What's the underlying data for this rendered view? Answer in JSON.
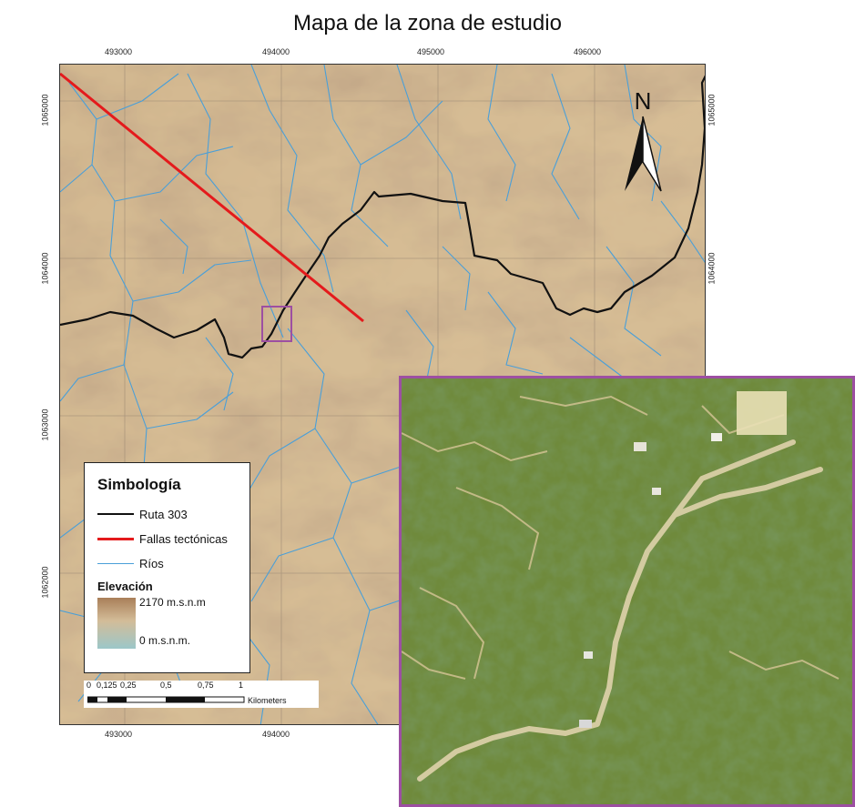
{
  "title": "Mapa de la zona de estudio",
  "grid": {
    "top_ticks": [
      "493000",
      "494000",
      "495000",
      "496000"
    ],
    "bottom_ticks": [
      "493000",
      "494000"
    ],
    "left_ticks": [
      "1065000",
      "1064000",
      "1063000",
      "1062000"
    ],
    "right_ticks": [
      "1065000",
      "1064000"
    ]
  },
  "north_arrow": {
    "label": "N"
  },
  "legend": {
    "title": "Simbología",
    "items": [
      {
        "label": "Ruta 303",
        "color": "#111111"
      },
      {
        "label": "Fallas tectónicas",
        "color": "#e41a1c"
      },
      {
        "label": "Ríos",
        "color": "#4a9fd8"
      }
    ],
    "elevation_title": "Elevación",
    "elevation_max": "2170 m.s.n.m",
    "elevation_min": "0 m.s.n.m."
  },
  "scalebar": {
    "labels": [
      "0",
      "0,125",
      "0,25",
      "0,5",
      "0,75",
      "1"
    ],
    "units": "Kilometers"
  },
  "colors": {
    "terrain_light": "#d8bf97",
    "terrain_dark": "#8f6a45",
    "river": "#4a9fd8",
    "road": "#111111",
    "fault": "#e41a1c",
    "inset_border": "#9d4fa2"
  }
}
